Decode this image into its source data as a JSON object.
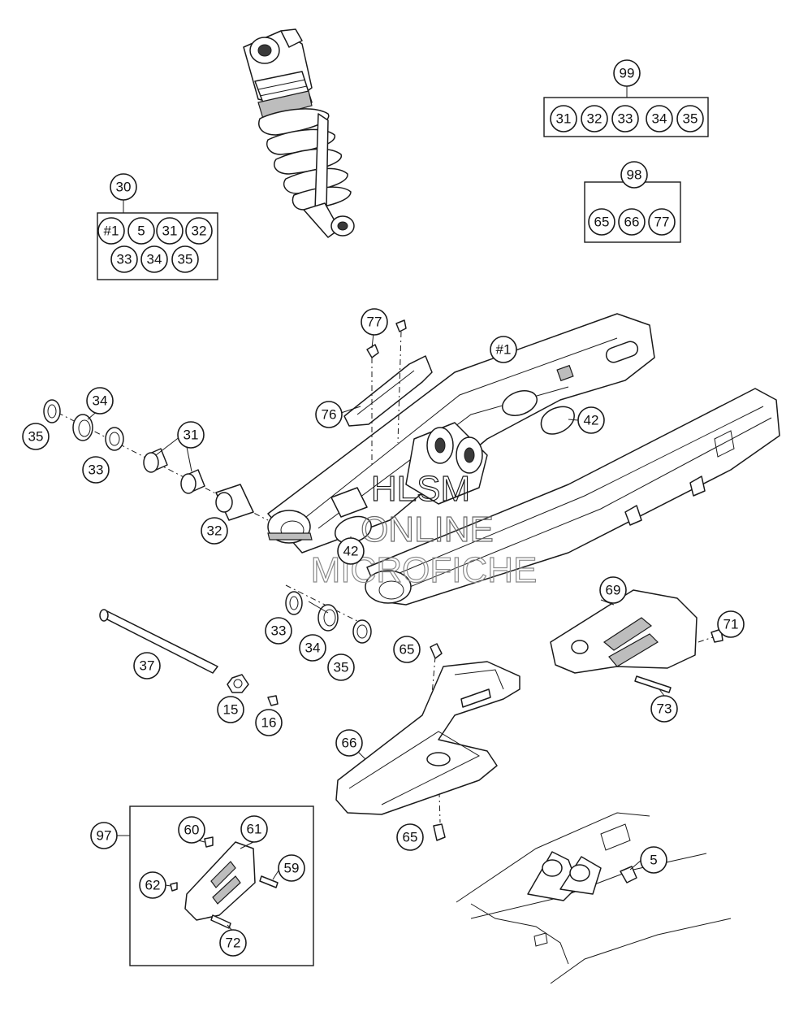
{
  "watermark": {
    "line1": "HLSM",
    "line2": "ONLINE",
    "line3": "MICROFICHE"
  },
  "kits": {
    "k30": {
      "label": "30",
      "items": [
        "#1",
        "5",
        "31",
        "32",
        "33",
        "34",
        "35"
      ]
    },
    "k99": {
      "label": "99",
      "items": [
        "31",
        "32",
        "33",
        "34",
        "35"
      ]
    },
    "k98": {
      "label": "98",
      "items": [
        "65",
        "66",
        "77"
      ]
    },
    "k97": {
      "label": "97"
    }
  },
  "callouts": {
    "swingarm": "#1",
    "link77": "77",
    "clip76": "76",
    "slider42a": "42",
    "slider42b": "42",
    "seal34a": "34",
    "seal35a": "35",
    "washer33a": "33",
    "bearing31": "31",
    "bushing32": "32",
    "washer33b": "33",
    "seal34b": "34",
    "seal35b": "35",
    "axle37": "37",
    "nut15": "15",
    "cap16": "16",
    "screw65a": "65",
    "guard66": "66",
    "screw65b": "65",
    "guide69": "69",
    "screw71": "71",
    "bolt73": "73",
    "block60": "60",
    "guide61": "61",
    "screw59": "59",
    "insert62": "62",
    "screw72": "72",
    "nut5": "5"
  },
  "colors": {
    "line": "#1a1a1a",
    "watermark": "#6b6b6b",
    "background": "#ffffff"
  }
}
